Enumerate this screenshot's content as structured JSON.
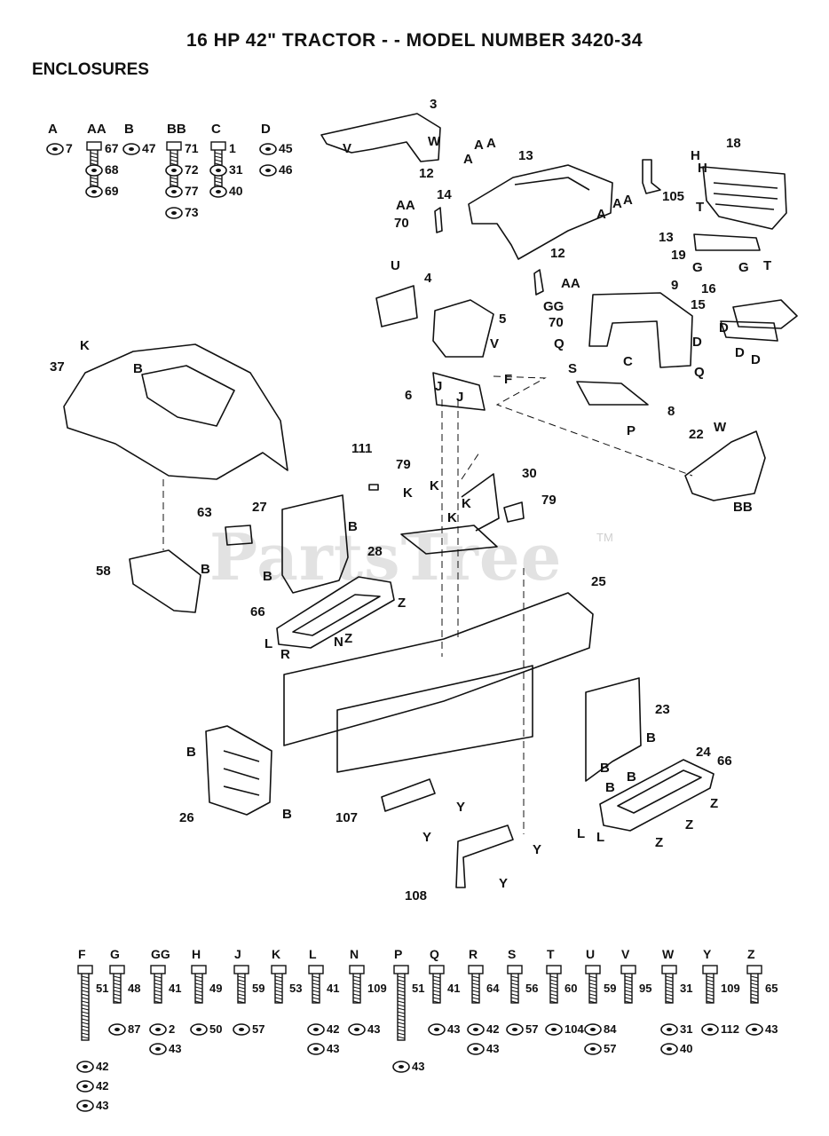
{
  "title": "16 HP 42\" TRACTOR - - MODEL NUMBER 3420-34",
  "section": "ENCLOSURES",
  "watermark": "PartsTree",
  "watermark_tm": "TM",
  "callouts": [
    {
      "t": "3"
    },
    {
      "t": "W"
    },
    {
      "t": "V"
    },
    {
      "t": "13"
    },
    {
      "t": "A"
    },
    {
      "t": "A"
    },
    {
      "t": "A"
    },
    {
      "t": "12"
    },
    {
      "t": "14"
    },
    {
      "t": "AA"
    },
    {
      "t": "70"
    },
    {
      "t": "18"
    },
    {
      "t": "H"
    },
    {
      "t": "H"
    },
    {
      "t": "105"
    },
    {
      "t": "A"
    },
    {
      "t": "A"
    },
    {
      "t": "A"
    },
    {
      "t": "13"
    },
    {
      "t": "12"
    },
    {
      "t": "T"
    },
    {
      "t": "19"
    },
    {
      "t": "G"
    },
    {
      "t": "G"
    },
    {
      "t": "T"
    },
    {
      "t": "AA"
    },
    {
      "t": "70"
    },
    {
      "t": "U"
    },
    {
      "t": "4"
    },
    {
      "t": "5"
    },
    {
      "t": "V"
    },
    {
      "t": "9"
    },
    {
      "t": "GG"
    },
    {
      "t": "16"
    },
    {
      "t": "15"
    },
    {
      "t": "D"
    },
    {
      "t": "D"
    },
    {
      "t": "D"
    },
    {
      "t": "D"
    },
    {
      "t": "Q"
    },
    {
      "t": "C"
    },
    {
      "t": "Q"
    },
    {
      "t": "K"
    },
    {
      "t": "37"
    },
    {
      "t": "B"
    },
    {
      "t": "F"
    },
    {
      "t": "S"
    },
    {
      "t": "6"
    },
    {
      "t": "J"
    },
    {
      "t": "J"
    },
    {
      "t": "8"
    },
    {
      "t": "P"
    },
    {
      "t": "W"
    },
    {
      "t": "22"
    },
    {
      "t": "BB"
    },
    {
      "t": "111"
    },
    {
      "t": "79"
    },
    {
      "t": "K"
    },
    {
      "t": "K"
    },
    {
      "t": "30"
    },
    {
      "t": "K"
    },
    {
      "t": "K"
    },
    {
      "t": "79"
    },
    {
      "t": "63"
    },
    {
      "t": "27"
    },
    {
      "t": "B"
    },
    {
      "t": "B"
    },
    {
      "t": "58"
    },
    {
      "t": "B"
    },
    {
      "t": "28"
    },
    {
      "t": "Z"
    },
    {
      "t": "25"
    },
    {
      "t": "66"
    },
    {
      "t": "L"
    },
    {
      "t": "R"
    },
    {
      "t": "N"
    },
    {
      "t": "Z"
    },
    {
      "t": "23"
    },
    {
      "t": "B"
    },
    {
      "t": "B"
    },
    {
      "t": "B"
    },
    {
      "t": "B"
    },
    {
      "t": "24"
    },
    {
      "t": "66"
    },
    {
      "t": "B"
    },
    {
      "t": "26"
    },
    {
      "t": "B"
    },
    {
      "t": "Z"
    },
    {
      "t": "107"
    },
    {
      "t": "Y"
    },
    {
      "t": "Y"
    },
    {
      "t": "Z"
    },
    {
      "t": "L"
    },
    {
      "t": "L"
    },
    {
      "t": "Z"
    },
    {
      "t": "108"
    },
    {
      "t": "Y"
    },
    {
      "t": "Y"
    }
  ],
  "hardware_top": [
    {
      "letter": "A",
      "parts": [
        "7"
      ]
    },
    {
      "letter": "AA",
      "parts": [
        "67",
        "68",
        "69"
      ]
    },
    {
      "letter": "B",
      "parts": [
        "47"
      ]
    },
    {
      "letter": "BB",
      "parts": [
        "71",
        "72",
        "77",
        "73"
      ]
    },
    {
      "letter": "C",
      "parts": [
        "1",
        "31",
        "40"
      ]
    },
    {
      "letter": "D",
      "parts": [
        "45",
        "46"
      ]
    }
  ],
  "hardware_bottom": [
    {
      "letter": "F",
      "parts": [
        "51",
        "42",
        "42",
        "43"
      ]
    },
    {
      "letter": "G",
      "parts": [
        "48",
        "87"
      ]
    },
    {
      "letter": "GG",
      "parts": [
        "41",
        "2",
        "43"
      ]
    },
    {
      "letter": "H",
      "parts": [
        "49",
        "50"
      ]
    },
    {
      "letter": "J",
      "parts": [
        "59",
        "57"
      ]
    },
    {
      "letter": "K",
      "parts": [
        "53"
      ]
    },
    {
      "letter": "L",
      "parts": [
        "41",
        "42",
        "43"
      ]
    },
    {
      "letter": "N",
      "parts": [
        "109",
        "43"
      ]
    },
    {
      "letter": "P",
      "parts": [
        "51",
        "43"
      ]
    },
    {
      "letter": "Q",
      "parts": [
        "41",
        "43"
      ]
    },
    {
      "letter": "R",
      "parts": [
        "64",
        "42",
        "43"
      ]
    },
    {
      "letter": "S",
      "parts": [
        "56",
        "57"
      ]
    },
    {
      "letter": "T",
      "parts": [
        "60",
        "104"
      ]
    },
    {
      "letter": "U",
      "parts": [
        "59",
        "84",
        "57"
      ]
    },
    {
      "letter": "V",
      "parts": [
        "95"
      ]
    },
    {
      "letter": "W",
      "parts": [
        "31",
        "31",
        "40"
      ]
    },
    {
      "letter": "Y",
      "parts": [
        "109",
        "112"
      ]
    },
    {
      "letter": "Z",
      "parts": [
        "65",
        "43"
      ]
    }
  ]
}
